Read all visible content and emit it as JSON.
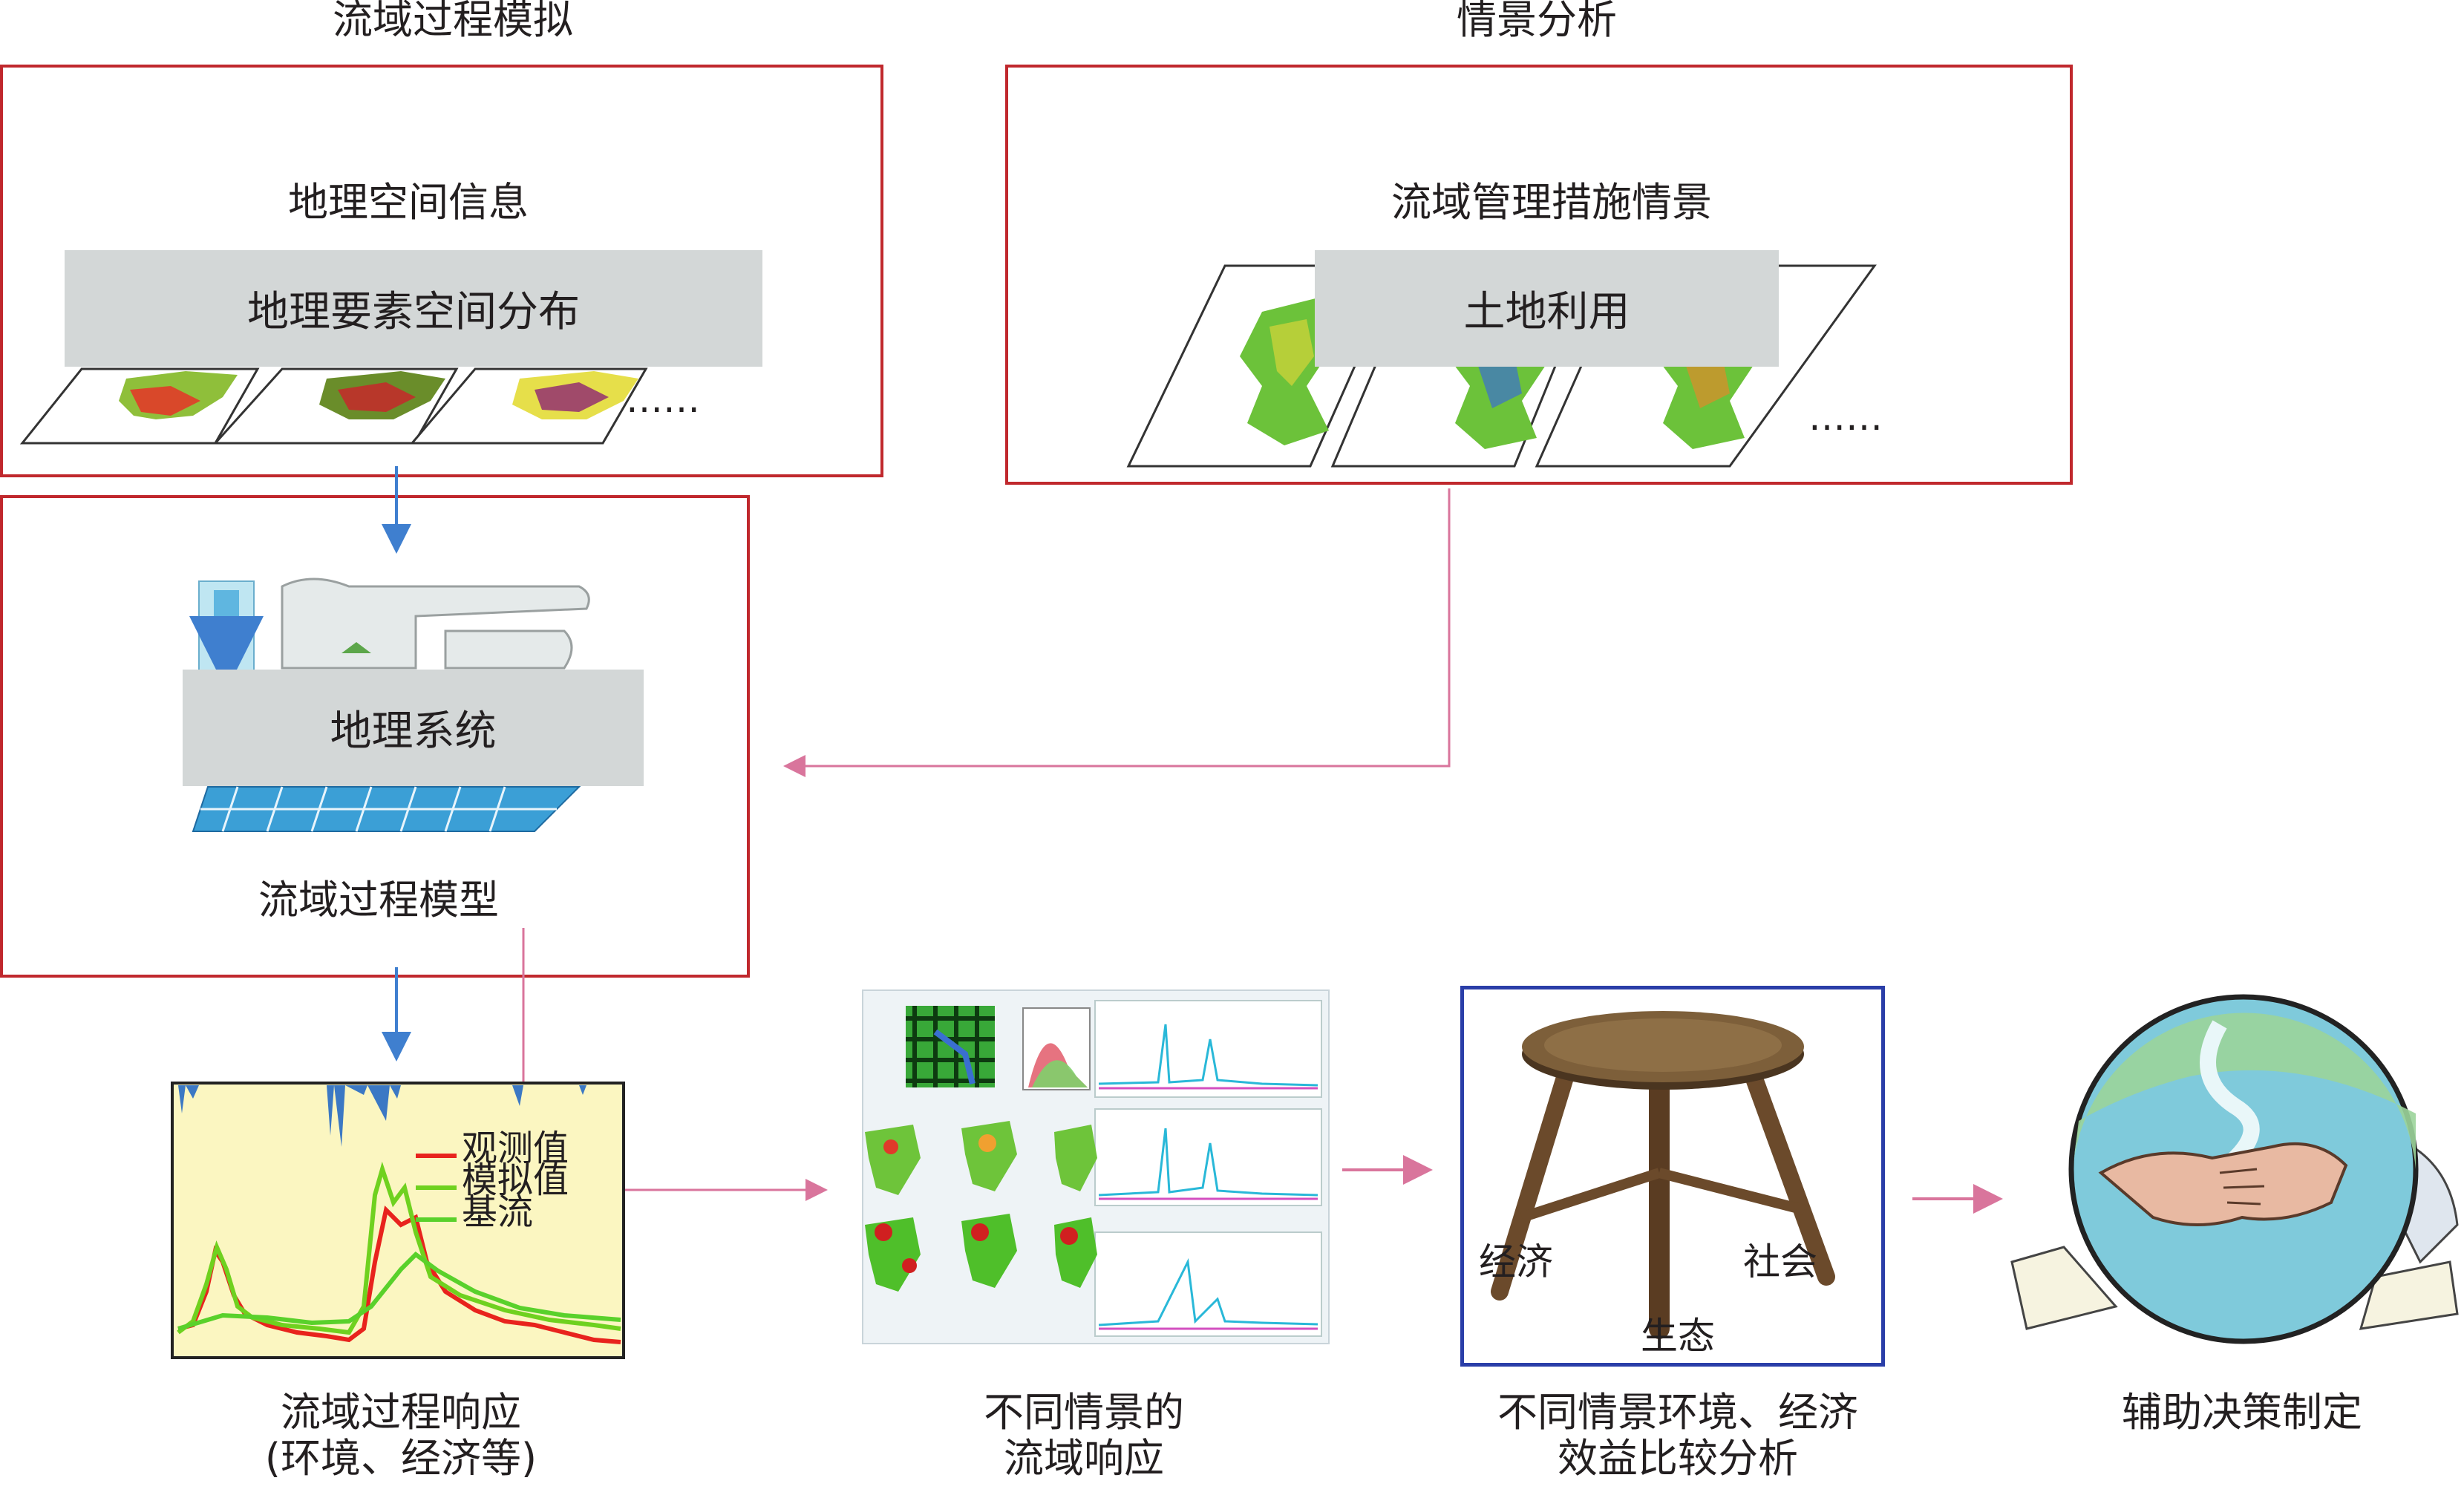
{
  "sections": {
    "left_title": "流域过程模拟",
    "right_title": "情景分析"
  },
  "geo_info": {
    "title": "地理空间信息",
    "bar_label": "地理要素空间分布",
    "ellipsis": "……"
  },
  "scenario": {
    "title": "流域管理措施情景",
    "bar_label": "土地利用",
    "ellipsis": "……"
  },
  "model": {
    "bar_label": "地理系统",
    "caption": "流域过程模型"
  },
  "hydrograph": {
    "legend": [
      "观测值",
      "模拟值",
      "基流"
    ],
    "colors": {
      "observed": "#e8231d",
      "simulated": "#6fd11f",
      "baseflow": "#59d12b",
      "background": "#fbf6c1",
      "rain": "#3b78c4"
    }
  },
  "stool": {
    "labels": {
      "economy": "经济",
      "society": "社会",
      "ecology": "生态"
    }
  },
  "captions": {
    "response_line1": "流域过程响应",
    "response_line2": "(环境、经济等)",
    "scenario_response_line1": "不同情景的",
    "scenario_response_line2": "流域响应",
    "comparison_line1": "不同情景环境、经济",
    "comparison_line2": "效益比较分析",
    "decision": "辅助决策制定"
  },
  "colors": {
    "box_border": "#c0282d",
    "blue_arrow": "#3f7fcf",
    "pink_arrow": "#d9759c",
    "stool_box": "#2a3ea8"
  }
}
